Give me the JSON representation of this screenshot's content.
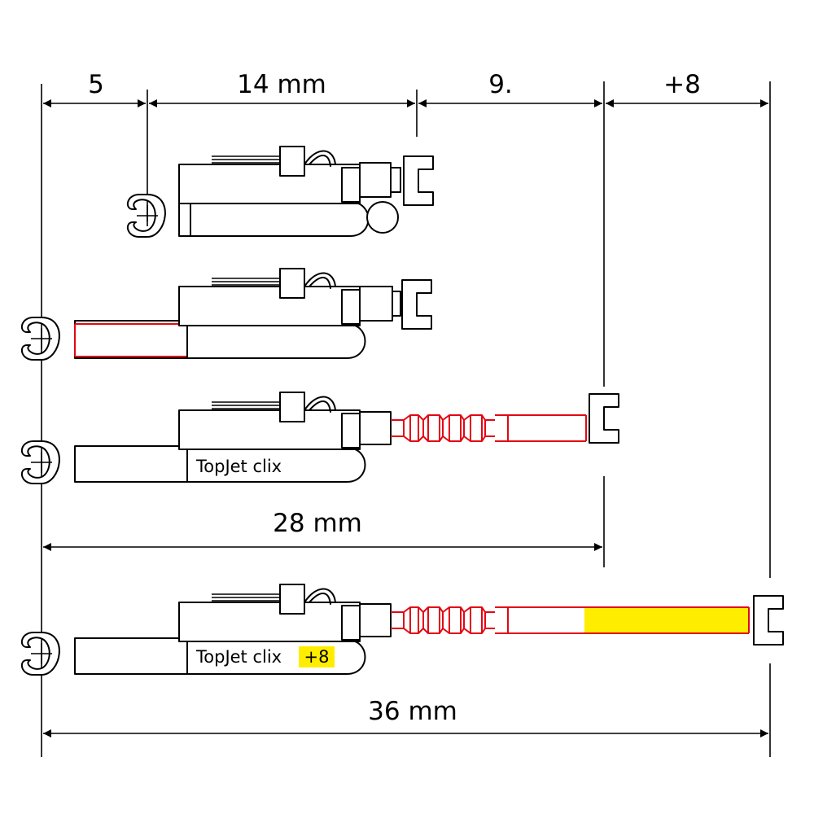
{
  "dimensions": {
    "top": [
      "5",
      "14 mm",
      "9.",
      "+8"
    ],
    "mid": "28 mm",
    "bottom": "36 mm"
  },
  "labels": {
    "product": "TopJet clix",
    "extension": "+8"
  },
  "colors": {
    "line": "#000000",
    "wire": "#e30613",
    "highlight": "#ffed00"
  }
}
